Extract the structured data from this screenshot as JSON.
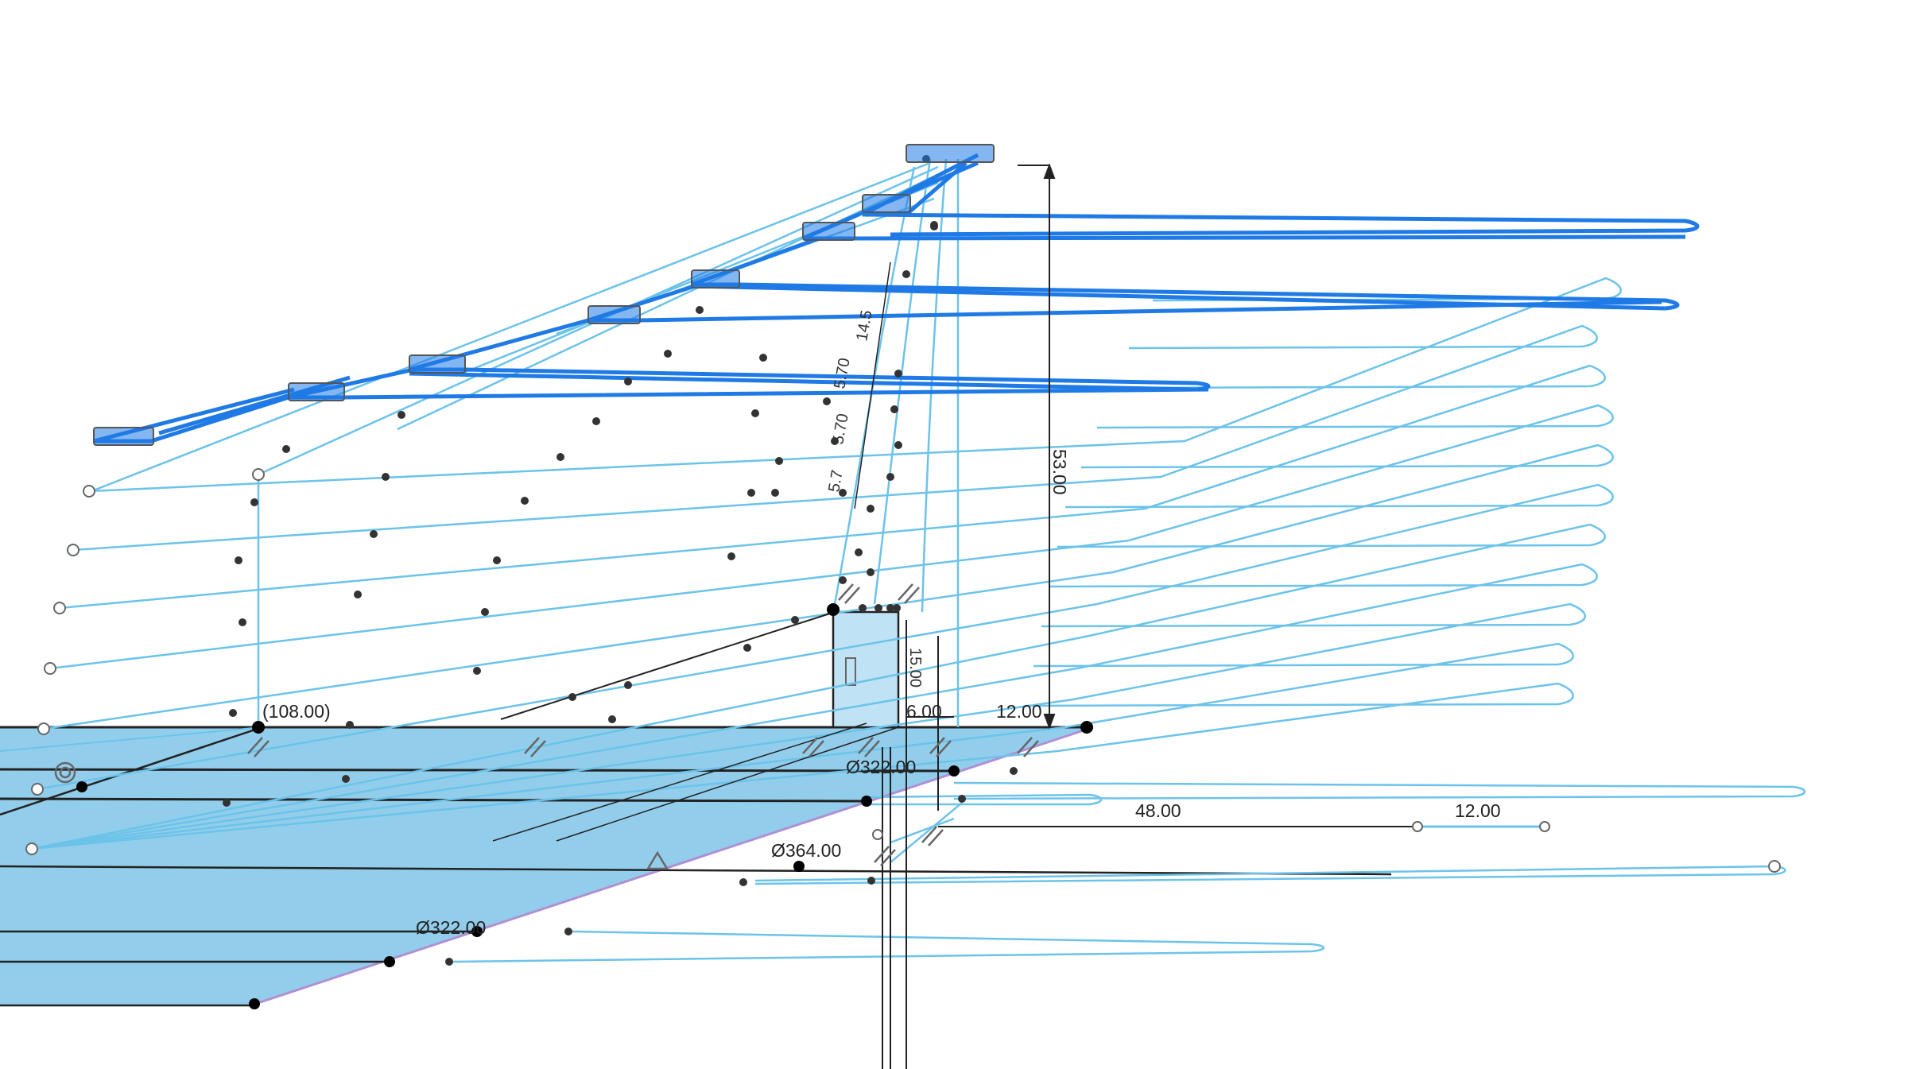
{
  "viewport": {
    "view": "sketch-edit",
    "colors": {
      "background": "#ffffff",
      "profile_fill": "#8ccbeb",
      "profile_fill_light": "#bfe3f4",
      "sketch_line": "#6cc3ea",
      "selected_line": "#1f7ae6",
      "construction_edge": "#b08fd4",
      "point": "#333333",
      "dimension": "#222222"
    }
  },
  "dimensions": {
    "d_108": "(108.00)",
    "d_6": "6.00",
    "d_12_top": "12.00",
    "d_53": "53.00",
    "d_322_a": "Ø322.00",
    "d_364": "Ø364.00",
    "d_322_b": "Ø322.00",
    "d_48": "48.00",
    "d_12_right": "12.00",
    "d_15": "15.00",
    "d_5_70_a": "5.70",
    "d_5_70_b": "5.70",
    "d_14": "14.5",
    "d_5_7": "5.7"
  },
  "constraint_icons": [
    "parallel-icon",
    "coincident-icon",
    "horizontal-icon",
    "triangle-icon",
    "concentric-icon",
    "collinear-icon"
  ]
}
